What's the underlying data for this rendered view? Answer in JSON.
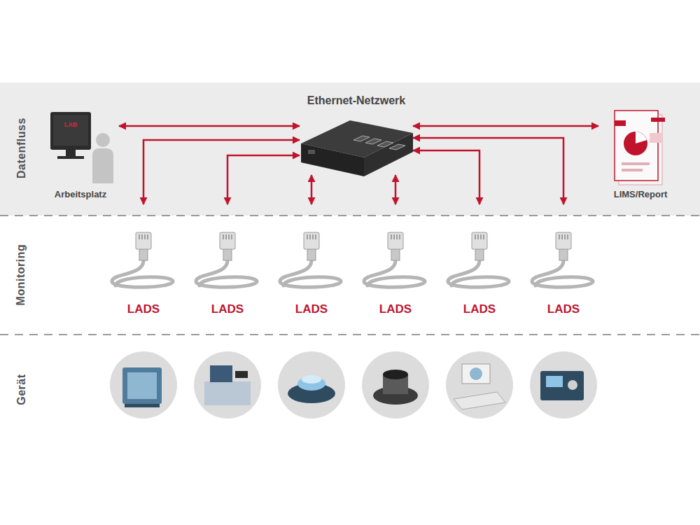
{
  "diagram": {
    "nodes": [
      {
        "text": [
          "Arbeitsplatz"
        ]
      },
      {
        "text": [
          "Ethernet-Netzwerk"
        ]
      },
      {
        "text": [
          "LIMS/Report"
        ]
      },
      {
        "text": [
          "LADS"
        ]
      },
      {
        "text": [
          "LADS"
        ]
      },
      {
        "text": [
          "LADS"
        ]
      },
      {
        "text": [
          "LADS"
        ]
      },
      {
        "text": [
          "LADS"
        ]
      },
      {
        "text": [
          "LADS"
        ]
      }
    ],
    "edges": [
      {
        "from": 0,
        "to": 1,
        "arrow": "both"
      },
      {
        "from": 2,
        "to": 1,
        "arrow": "both"
      },
      {
        "from": 1,
        "to": 3,
        "arrow": "both"
      },
      {
        "from": 1,
        "to": 4,
        "arrow": "both"
      },
      {
        "from": 1,
        "to": 5,
        "arrow": "both"
      },
      {
        "from": 1,
        "to": 6,
        "arrow": "both"
      },
      {
        "from": 1,
        "to": 7,
        "arrow": "both"
      },
      {
        "from": 1,
        "to": 8,
        "arrow": "both"
      }
    ],
    "labels": [
      "Datenfluss",
      "Monitoring",
      "Gerät",
      "LAB"
    ]
  }
}
